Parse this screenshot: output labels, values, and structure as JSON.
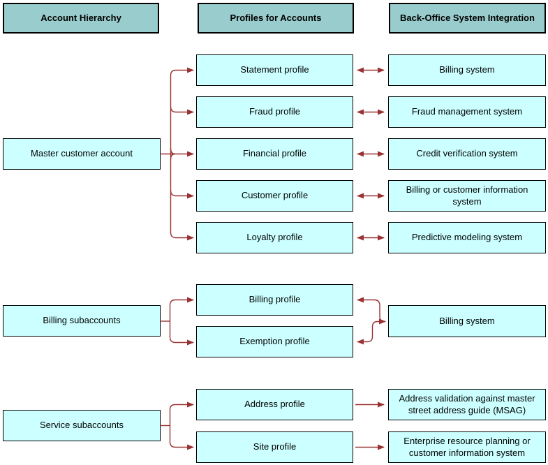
{
  "colors": {
    "header_fill": "#99CCCC",
    "box_fill": "#CCFFFF",
    "box_border": "#000000",
    "arrow": "#993333",
    "background": "#FFFFFF"
  },
  "headers": [
    {
      "label": "Account Hierarchy"
    },
    {
      "label": "Profiles for Accounts"
    },
    {
      "label": "Back-Office System Integration"
    }
  ],
  "sections": [
    {
      "account": "Master customer account",
      "rows": [
        {
          "profile": "Statement profile",
          "system": "Billing system"
        },
        {
          "profile": "Fraud profile",
          "system": "Fraud management system"
        },
        {
          "profile": "Financial profile",
          "system": "Credit verification system"
        },
        {
          "profile": "Customer profile",
          "system": "Billing or customer information system"
        },
        {
          "profile": "Loyalty profile",
          "system": "Predictive modeling system"
        }
      ]
    },
    {
      "account": "Billing subaccounts",
      "rows": [
        {
          "profile": "Billing profile"
        },
        {
          "profile": "Exemption profile"
        }
      ],
      "system": "Billing system"
    },
    {
      "account": "Service subaccounts",
      "rows": [
        {
          "profile": "Address profile",
          "system": "Address validation against master street address guide (MSAG)"
        },
        {
          "profile": "Site profile",
          "system": "Enterprise resource planning or customer information system"
        }
      ]
    }
  ]
}
